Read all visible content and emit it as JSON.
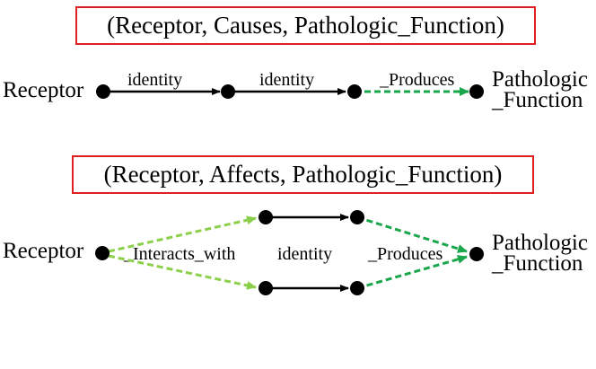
{
  "diagram": {
    "top": {
      "title": "(Receptor, Causes, Pathologic_Function)",
      "source_label": "Receptor",
      "target_label_line1": "Pathologic",
      "target_label_line2": "_Function",
      "edge_labels": [
        "identity",
        "identity",
        "_Produces"
      ]
    },
    "bottom": {
      "title": "(Receptor, Affects, Pathologic_Function)",
      "source_label": "Receptor",
      "target_label_line1": "Pathologic",
      "target_label_line2": "_Function",
      "edge_labels": [
        "_Interacts_with",
        "identity",
        "_Produces"
      ]
    }
  },
  "colors": {
    "box_border": "#e02020",
    "node": "#000000",
    "identity_edge": "#000000",
    "interacts_edge": "#8ccf4a",
    "produces_edge": "#1aa64a"
  }
}
